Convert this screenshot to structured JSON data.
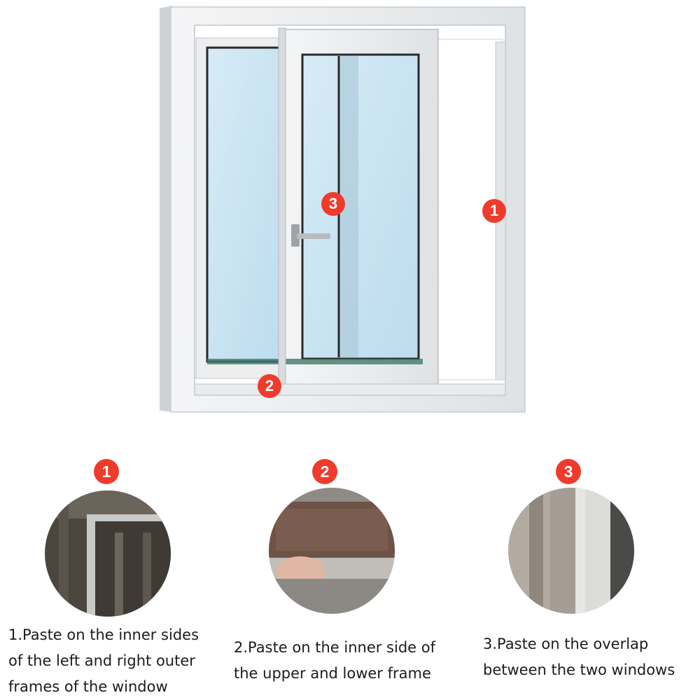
{
  "illustration": {
    "markers": [
      {
        "number": "1"
      },
      {
        "number": "2"
      },
      {
        "number": "3"
      }
    ]
  },
  "steps": [
    {
      "badge": "1",
      "caption_lines": [
        "1.Paste on the inner sides",
        "of the left and right outer",
        "frames of the window"
      ]
    },
    {
      "badge": "2",
      "caption_lines": [
        "2.Paste on the inner side of",
        "the upper and lower frame"
      ]
    },
    {
      "badge": "3",
      "caption_lines": [
        "3.Paste on the overlap",
        "between the two windows"
      ]
    }
  ],
  "colors": {
    "accent_red": "#ef3b2c",
    "frame_gray": "#e4e6e8",
    "glass_blue": "#cfe6f3"
  }
}
